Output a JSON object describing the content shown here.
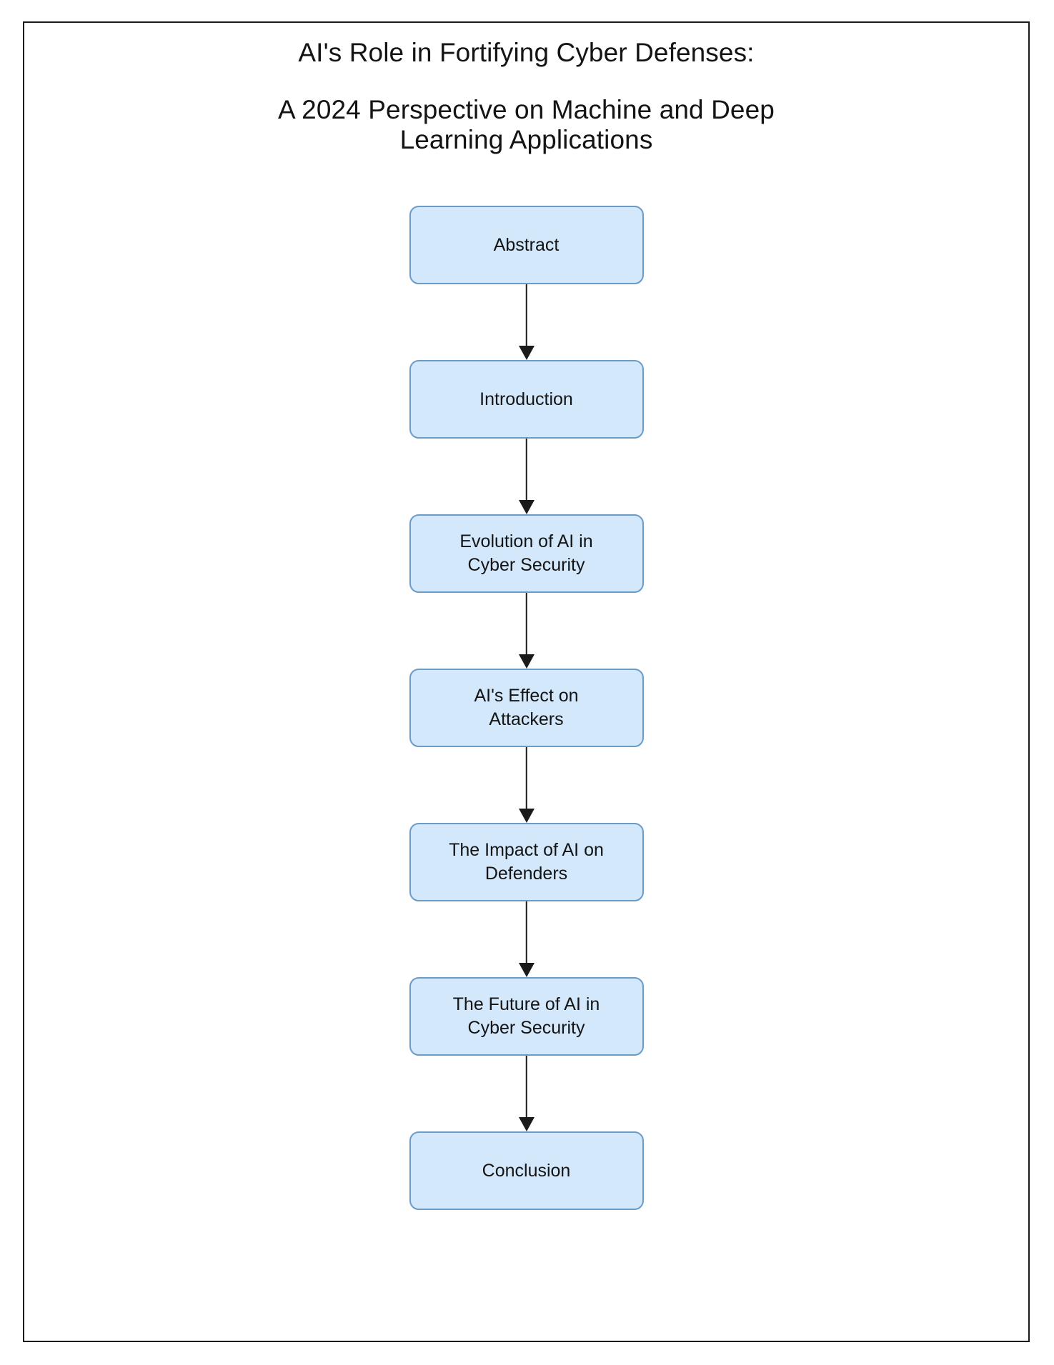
{
  "document": {
    "title_lines": [
      "AI's Role in Fortifying Cyber Defenses:",
      "A 2024 Perspective on Machine and Deep",
      "Learning Applications"
    ],
    "frame_color": "#1a1a1a",
    "background_color": "#ffffff"
  },
  "chart_data": {
    "type": "diagram",
    "diagram_type": "flowchart",
    "direction": "top-to-bottom",
    "title": "AI's Role in Fortifying Cyber Defenses: A 2024 Perspective on Machine and Deep Learning Applications",
    "node_fill_color": "#d4e8fb",
    "node_border_color": "#6b9bc9",
    "edge_color": "#1a1a1a",
    "text_color": "#141414",
    "nodes": [
      {
        "id": "abstract",
        "label": "Abstract"
      },
      {
        "id": "introduction",
        "label": "Introduction"
      },
      {
        "id": "evolution",
        "label": "Evolution of AI in\nCyber Security"
      },
      {
        "id": "attackers",
        "label": "AI's Effect on\nAttackers"
      },
      {
        "id": "defenders",
        "label": "The Impact of AI on\nDefenders"
      },
      {
        "id": "future",
        "label": "The Future of AI in\nCyber Security"
      },
      {
        "id": "conclusion",
        "label": "Conclusion"
      }
    ],
    "edges": [
      {
        "from": "abstract",
        "to": "introduction",
        "arrow": "down"
      },
      {
        "from": "introduction",
        "to": "evolution",
        "arrow": "down"
      },
      {
        "from": "evolution",
        "to": "attackers",
        "arrow": "down"
      },
      {
        "from": "attackers",
        "to": "defenders",
        "arrow": "down"
      },
      {
        "from": "defenders",
        "to": "future",
        "arrow": "down"
      },
      {
        "from": "future",
        "to": "conclusion",
        "arrow": "down"
      }
    ]
  }
}
